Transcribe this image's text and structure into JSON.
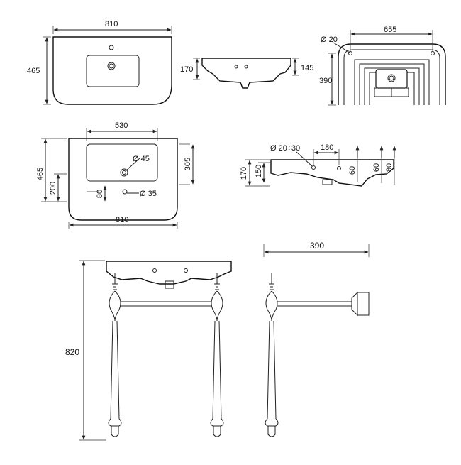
{
  "top_view": {
    "width": "810",
    "depth": "465"
  },
  "side_section": {
    "height": "170",
    "inner_height": "145"
  },
  "back_view": {
    "hole_dia": "Ø 20",
    "hole_spacing": "655",
    "height": "390"
  },
  "plan_view": {
    "bowl_width": "530",
    "depth": "465",
    "bowl_depth": "305",
    "tap_offset": "200",
    "overflow_offset": "80",
    "bowl_hole": "Ø 45",
    "waste_hole": "Ø 35",
    "width": "810"
  },
  "section_view": {
    "hole_range": "Ø 20÷30",
    "hole_spacing": "180",
    "height": "170",
    "inner": "150",
    "dim_a": "60",
    "dim_b": "60",
    "dim_c": "80"
  },
  "front_stand": {
    "height": "820"
  },
  "side_stand": {
    "depth": "390"
  }
}
